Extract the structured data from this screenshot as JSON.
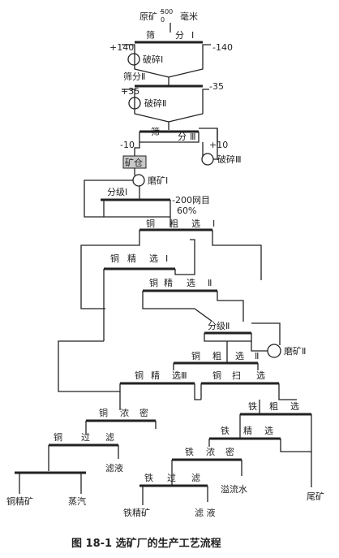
{
  "feed": {
    "label": "原矿",
    "size_upper": "500",
    "size_lower": "0",
    "unit": "毫米"
  },
  "ops": {
    "screen1_a": "筛",
    "screen1_b": "分",
    "screen1_num": "Ⅰ",
    "crush1": "破碎Ⅰ",
    "screen2": "筛分Ⅱ",
    "crush2": "破碎Ⅱ",
    "screen3_a": "筛",
    "screen3_b": "分",
    "screen3_num": "Ⅲ",
    "crush3": "破碎Ⅲ",
    "bin": "矿仓",
    "mill1": "磨矿Ⅰ",
    "classify1": "分级Ⅰ",
    "cu_rough1_a": "铜",
    "cu_rough1_b": "粗",
    "cu_rough1_c": "选",
    "cu_rough1_num": "Ⅰ",
    "cu_clean1_a": "铜",
    "cu_clean1_b": "精",
    "cu_clean1_c": "选",
    "cu_clean1_num": "Ⅰ",
    "cu_clean2_a": "铜",
    "cu_clean2_b": "精",
    "cu_clean2_c": "选",
    "cu_clean2_num": "Ⅱ",
    "classify2": "分级Ⅱ",
    "mill2": "磨矿Ⅱ",
    "cu_rough2_a": "铜",
    "cu_rough2_b": "粗",
    "cu_rough2_c": "选",
    "cu_rough2_num": "Ⅱ",
    "cu_clean3_a": "铜",
    "cu_clean3_b": "精",
    "cu_clean3_c": "选Ⅲ",
    "cu_scav_a": "铜",
    "cu_scav_b": "扫",
    "cu_scav_c": "选",
    "cu_thick_a": "铜",
    "cu_thick_b": "浓",
    "cu_thick_c": "密",
    "fe_rough_a": "铁",
    "fe_rough_b": "粗",
    "fe_rough_c": "选",
    "cu_filter_a": "铜",
    "cu_filter_b": "过",
    "cu_filter_c": "滤",
    "fe_clean_a": "铁",
    "fe_clean_b": "精",
    "fe_clean_c": "选",
    "fe_thick_a": "铁",
    "fe_thick_b": "浓",
    "fe_thick_c": "密",
    "fe_filter_a": "铁",
    "fe_filter_b": "过",
    "fe_filter_c": "滤"
  },
  "sizes": {
    "s1_plus": "+140",
    "s1_minus": "-140",
    "s2_plus": "+35",
    "s2_minus": "-35",
    "s3_minus": "-10",
    "s3_plus": "+10",
    "mesh": "-200网目",
    "mesh_pct": "60%"
  },
  "products": {
    "cu_conc": "铜精矿",
    "steam": "蒸汽",
    "filtrate1": "滤液",
    "overflow": "溢流水",
    "fe_conc": "铁精矿",
    "filtrate2": "滤 液",
    "tailings": "尾矿"
  },
  "caption": "图 18-1   选矿厂的生产工艺流程"
}
